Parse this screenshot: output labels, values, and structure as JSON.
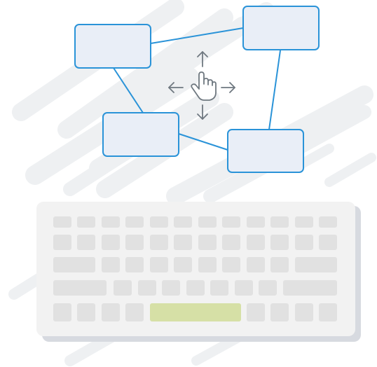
{
  "illustration": {
    "nodes": [
      {
        "id": "node-top-left",
        "shown": true
      },
      {
        "id": "node-top-right",
        "shown": true
      },
      {
        "id": "node-bottom-left",
        "shown": true
      },
      {
        "id": "node-bottom-right",
        "shown": true
      }
    ],
    "connectors": 4,
    "cursor_icon": "hand-pointer-icon",
    "move_arrows": [
      "arrow-up-icon",
      "arrow-down-icon",
      "arrow-left-icon",
      "arrow-right-icon"
    ]
  },
  "keyboard": {
    "rows": 5,
    "space_bar_color": "#d6e0a6"
  },
  "colors": {
    "node_fill": "#e9eef7",
    "node_stroke": "#2a93d8",
    "connector": "#2a93d8",
    "background_streaks": "#eef0f2",
    "keyboard_body": "#f2f2f2",
    "keyboard_shadow": "#d7dae0",
    "key": "#e1e1e1",
    "icon": "#6f7880"
  }
}
